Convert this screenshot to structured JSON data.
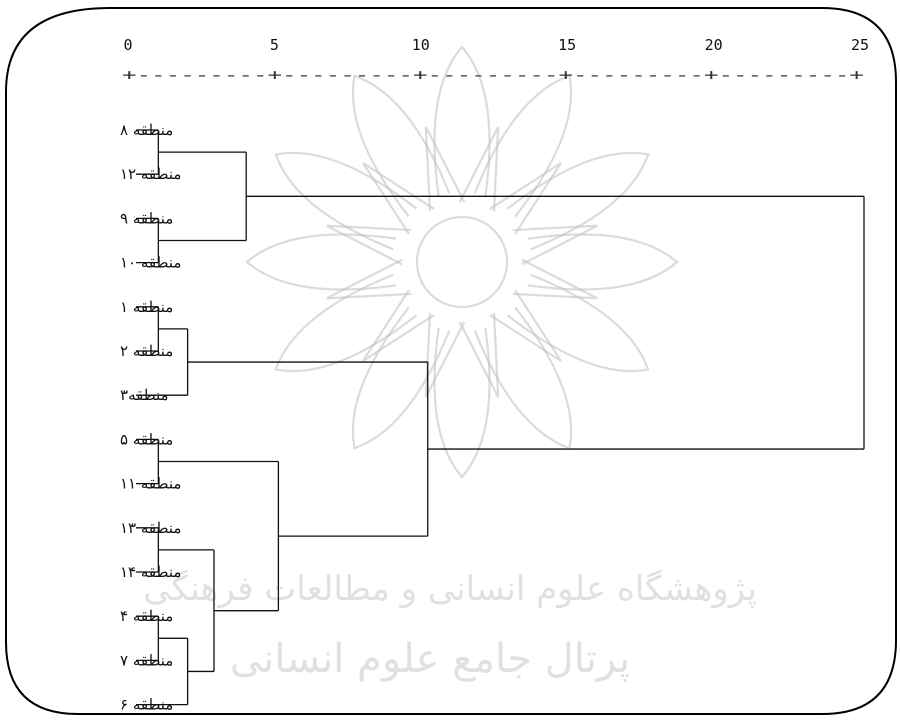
{
  "watermark": {
    "line1": "پژوهشگاه علوم انسانی و مطالعات فرهنگی",
    "line2": "پرتال جامع علوم انسانی",
    "color": "#bdbdbd"
  },
  "chart_data": {
    "type": "dendrogram",
    "title": "",
    "xlabel": "",
    "ylabel": "",
    "xlim": [
      0,
      25
    ],
    "x_ticks": [
      0,
      5,
      10,
      15,
      20,
      25
    ],
    "x_tick_labels": [
      "0",
      "5",
      "10",
      "15",
      "20",
      "25"
    ],
    "axis_dash_text": "+---------+---------+---------+---------+---------+",
    "leaves": [
      "منطقه ۸",
      "منطقه ۱۲",
      "منطقه ۹",
      "منطقه ۱۰",
      "منطقه ۱",
      "منطقه ۲",
      "منطقه۳",
      "منطقه ۵",
      "منطقه ۱۱",
      "منطقه ۱۳",
      "منطقه ۱۴",
      "منطقه ۴",
      "منطقه ۷",
      "منطقه ۶"
    ],
    "merges": [
      {
        "id": "c1",
        "children": [
          "L0",
          "L1"
        ],
        "height": 0.9
      },
      {
        "id": "c2",
        "children": [
          "L2",
          "L3"
        ],
        "height": 0.9
      },
      {
        "id": "c3",
        "children": [
          "c1",
          "c2"
        ],
        "height": 3.9
      },
      {
        "id": "c4",
        "children": [
          "L4",
          "L5"
        ],
        "height": 0.9
      },
      {
        "id": "c5",
        "children": [
          "c4",
          "L6"
        ],
        "height": 1.9
      },
      {
        "id": "c6",
        "children": [
          "L7",
          "L8"
        ],
        "height": 0.9
      },
      {
        "id": "c7",
        "children": [
          "L9",
          "L10"
        ],
        "height": 0.9
      },
      {
        "id": "c8",
        "children": [
          "L11",
          "L12"
        ],
        "height": 0.9
      },
      {
        "id": "c9",
        "children": [
          "c8",
          "L13"
        ],
        "height": 1.9
      },
      {
        "id": "c10",
        "children": [
          "c7",
          "c9"
        ],
        "height": 2.8
      },
      {
        "id": "c11",
        "children": [
          "c6",
          "c10"
        ],
        "height": 5.0
      },
      {
        "id": "c12",
        "children": [
          "c5",
          "c11"
        ],
        "height": 10.1
      },
      {
        "id": "c13",
        "children": [
          "c3",
          "c12"
        ],
        "height": 25.0
      }
    ]
  }
}
